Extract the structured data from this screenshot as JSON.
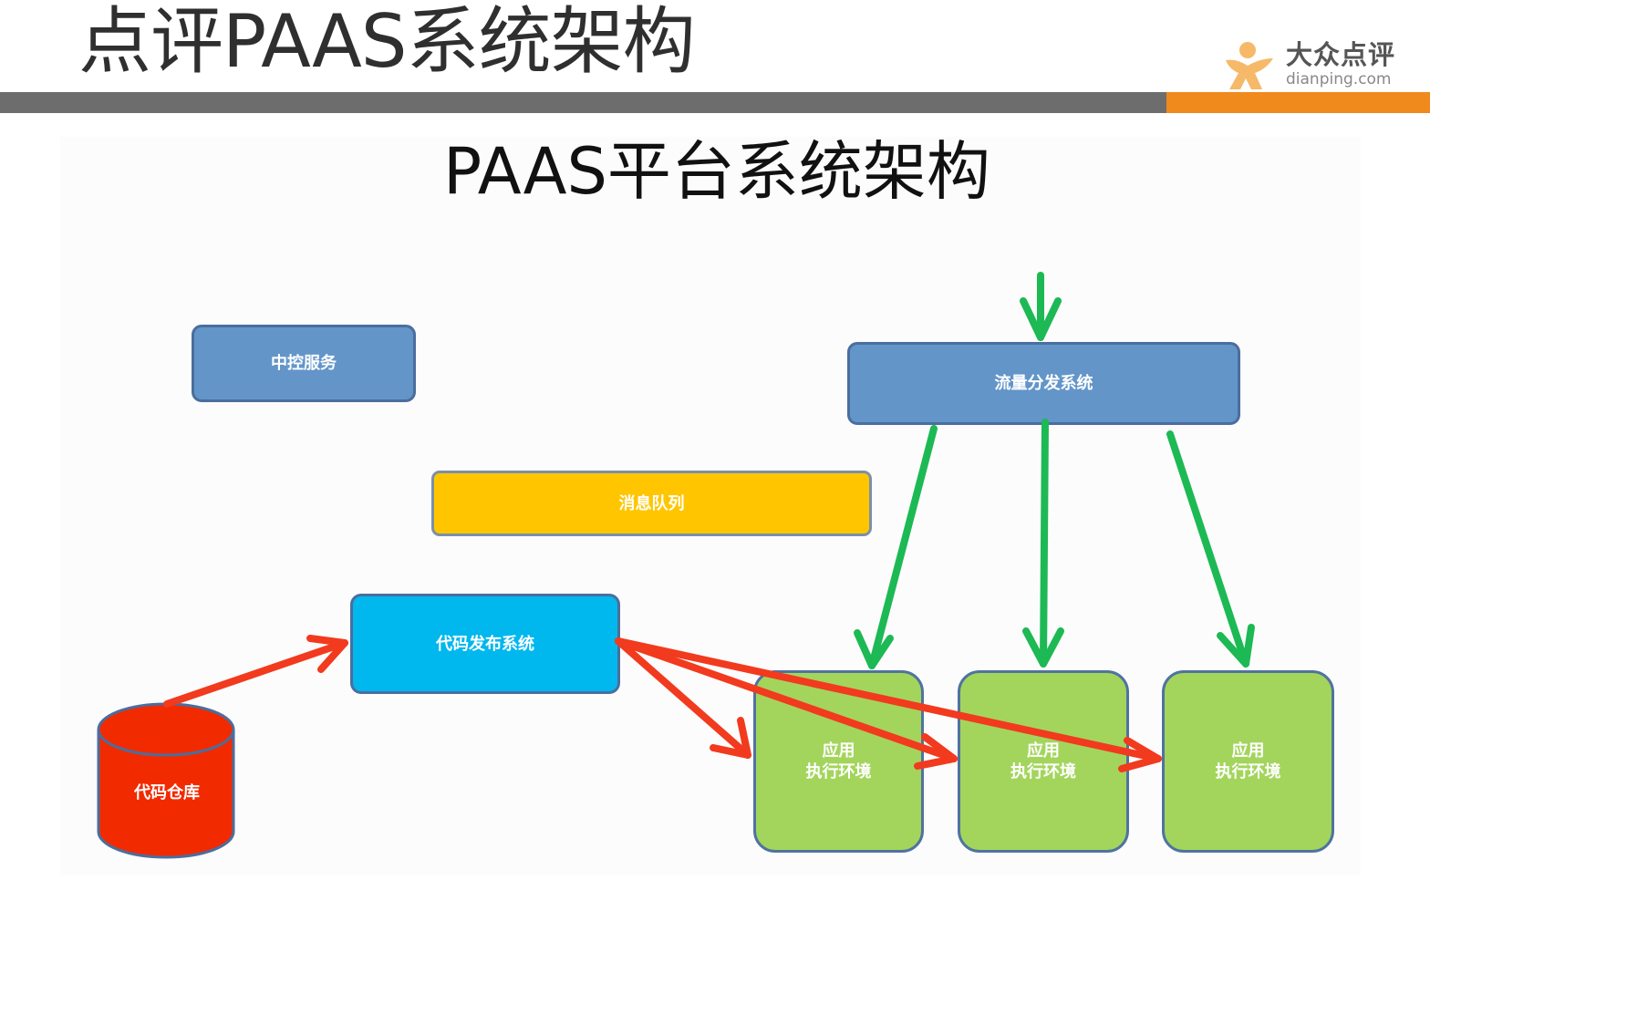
{
  "header": {
    "title": "点评PAAS系统架构",
    "logo_text_cn": "大众点评",
    "logo_text_en": "dianping.com"
  },
  "diagram": {
    "title": "PAAS平台系统架构",
    "nodes": {
      "central_control": "中控服务",
      "traffic_dispatch": "流量分发系统",
      "message_queue": "消息队列",
      "code_release": "代码发布系统",
      "code_repo": "代码仓库",
      "app_env_1": "应用\n执行环境",
      "app_env_2": "应用\n执行环境",
      "app_env_3": "应用\n执行环境"
    },
    "edges": [
      {
        "from": "external",
        "to": "traffic_dispatch",
        "color": "green"
      },
      {
        "from": "traffic_dispatch",
        "to": "app_env_1",
        "color": "green"
      },
      {
        "from": "traffic_dispatch",
        "to": "app_env_2",
        "color": "green"
      },
      {
        "from": "traffic_dispatch",
        "to": "app_env_3",
        "color": "green"
      },
      {
        "from": "code_repo",
        "to": "code_release",
        "color": "red"
      },
      {
        "from": "code_release",
        "to": "app_env_1",
        "color": "red"
      },
      {
        "from": "code_release",
        "to": "app_env_2",
        "color": "red"
      },
      {
        "from": "code_release",
        "to": "app_env_3",
        "color": "red"
      }
    ],
    "colors": {
      "green_arrow": "#1db954",
      "red_arrow": "#f23a1e",
      "blue_box": "#6395c9",
      "yellow_box": "#ffc600",
      "cyan_box": "#00b7ee",
      "green_box": "#a3d55c",
      "red_cylinder": "#f22a00",
      "header_bar_gray": "#6d6d6d",
      "header_bar_orange": "#f08a1c"
    }
  }
}
